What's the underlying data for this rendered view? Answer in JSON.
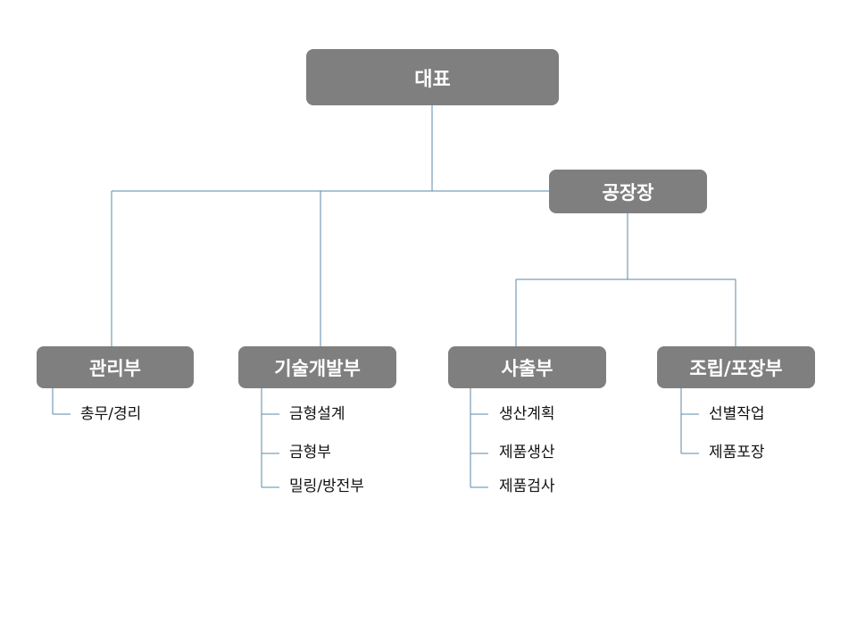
{
  "org": {
    "ceo": "대표",
    "factory_head": "공장장",
    "departments": [
      {
        "label": "관리부",
        "teams": [
          "총무/경리"
        ]
      },
      {
        "label": "기술개발부",
        "teams": [
          "금형설계",
          "금형부",
          "밀링/방전부"
        ]
      },
      {
        "label": "사출부",
        "teams": [
          "생산계획",
          "제품생산",
          "제품검사"
        ]
      },
      {
        "label": "조립/포장부",
        "teams": [
          "선별작업",
          "제품포장"
        ]
      }
    ]
  },
  "colors": {
    "node_fill": "#7f7f7f",
    "node_text": "#ffffff",
    "connector": "#5b88a8",
    "team_text": "#111111"
  }
}
